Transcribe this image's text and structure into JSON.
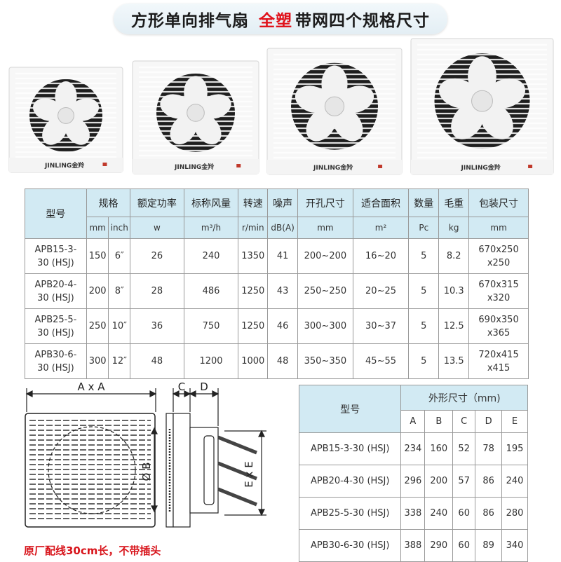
{
  "title": {
    "part1": "方形单向排气扇",
    "highlight": "全塑",
    "part2": "带网四个规格尺寸"
  },
  "brand": "JINLING金羚",
  "spec_table": {
    "header": [
      "型号",
      "规格",
      "额定功率",
      "标称风量",
      "转速",
      "噪声",
      "开孔尺寸",
      "适合面积",
      "数量",
      "毛重",
      "包装尺寸"
    ],
    "units": [
      "mm",
      "inch",
      "w",
      "m³/h",
      "r/min",
      "dB(A)",
      "mm",
      "m²",
      "Pc",
      "kg",
      "mm"
    ],
    "rows": [
      {
        "model": [
          "APB15-3-",
          "30 (HSJ)"
        ],
        "mm": "150",
        "inch": "6″",
        "power": "26",
        "airflow": "240",
        "speed": "1350",
        "noise": "41",
        "opening": "200~200",
        "area": "16~20",
        "qty": "5",
        "weight": "8.2",
        "package": [
          "670x250",
          "x250"
        ]
      },
      {
        "model": [
          "APB20-4-",
          "30 (HSJ)"
        ],
        "mm": "200",
        "inch": "8″",
        "power": "28",
        "airflow": "486",
        "speed": "1250",
        "noise": "43",
        "opening": "250~250",
        "area": "20~25",
        "qty": "5",
        "weight": "10.3",
        "package": [
          "670x315",
          "x320"
        ]
      },
      {
        "model": [
          "APB25-5-",
          "30 (HSJ)"
        ],
        "mm": "250",
        "inch": "10″",
        "power": "36",
        "airflow": "750",
        "speed": "1250",
        "noise": "46",
        "opening": "300~300",
        "area": "30~37",
        "qty": "5",
        "weight": "12.5",
        "package": [
          "690x350",
          "x365"
        ]
      },
      {
        "model": [
          "APB30-6-",
          "30 (HSJ)"
        ],
        "mm": "300",
        "inch": "12″",
        "power": "48",
        "airflow": "1200",
        "speed": "1000",
        "noise": "48",
        "opening": "350~350",
        "area": "45~55",
        "qty": "5",
        "weight": "13.5",
        "package": [
          "720x415",
          "x415"
        ]
      }
    ]
  },
  "diagram": {
    "label_ab": "A x A",
    "label_c": "C",
    "label_d": "D",
    "label_b": "Ø B",
    "label_e": "E x E"
  },
  "dim_table": {
    "header_model": "型号",
    "header_dims": "外形尺寸（mm)",
    "cols": [
      "A",
      "B",
      "C",
      "D",
      "E"
    ],
    "rows": [
      {
        "model": "APB15-3-30 (HSJ)",
        "vals": [
          "234",
          "160",
          "52",
          "78",
          "195"
        ]
      },
      {
        "model": "APB20-4-30 (HSJ)",
        "vals": [
          "296",
          "200",
          "57",
          "86",
          "240"
        ]
      },
      {
        "model": "APB25-5-30 (HSJ)",
        "vals": [
          "338",
          "240",
          "60",
          "86",
          "280"
        ]
      },
      {
        "model": "APB30-6-30 (HSJ)",
        "vals": [
          "388",
          "290",
          "60",
          "89",
          "340"
        ]
      }
    ]
  },
  "note": "原厂配线30cm长，不带插头"
}
